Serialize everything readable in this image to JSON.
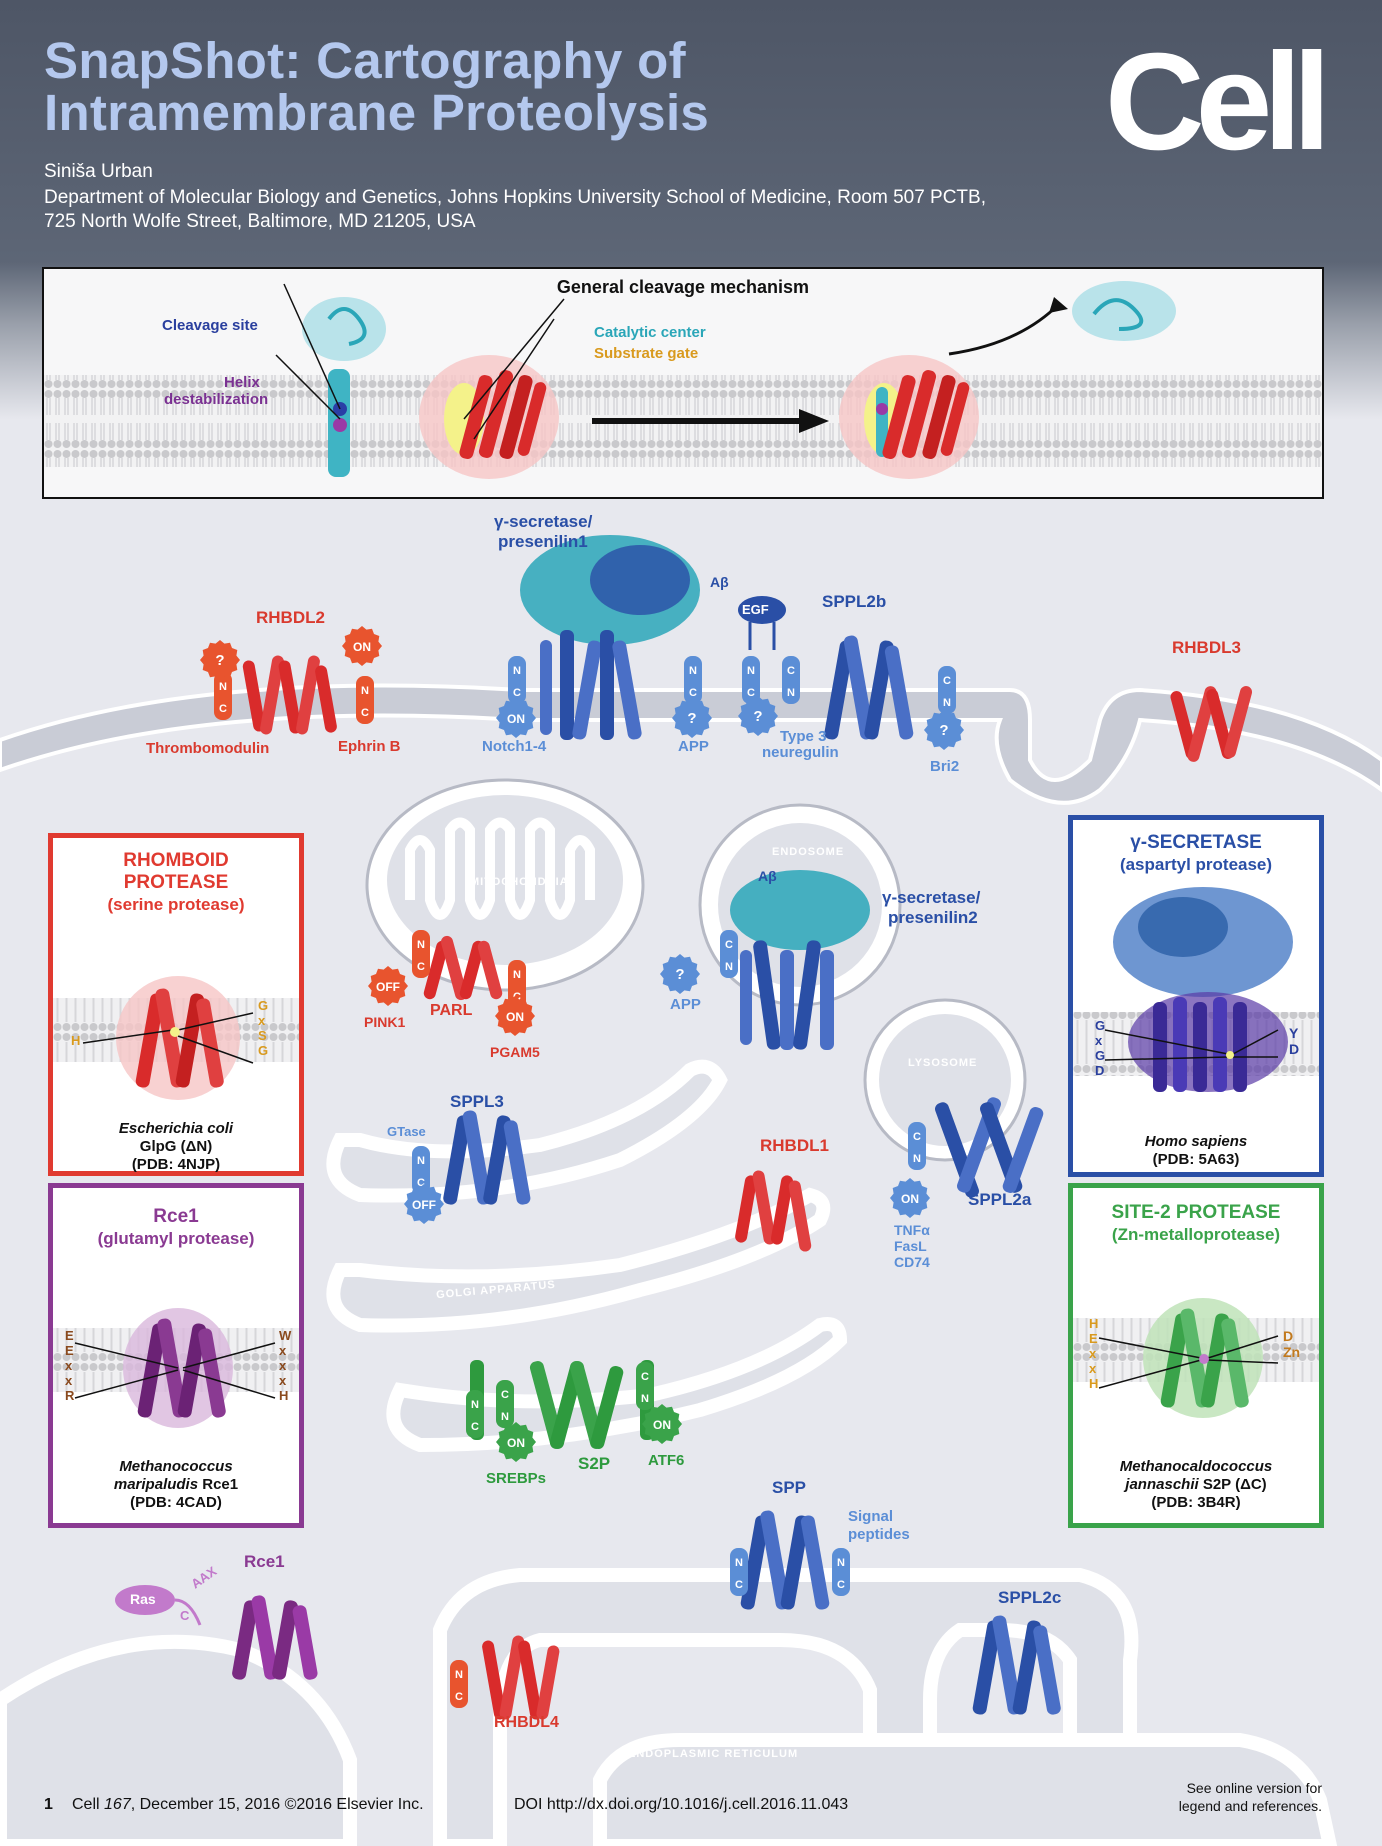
{
  "header": {
    "title_line1": "SnapShot: Cartography of",
    "title_line2": "Intramembrane Proteolysis",
    "author": "Siniša Urban",
    "affiliation_line1": "Department of Molecular Biology and Genetics, Johns Hopkins University School of Medicine, Room 507 PCTB,",
    "affiliation_line2": "725 North Wolfe Street, Baltimore, MD 21205, USA",
    "journal_logo": "Cell"
  },
  "mechanism": {
    "title": "General cleavage mechanism",
    "cleavage_site": "Cleavage site",
    "helix_line1": "Helix",
    "helix_line2": "destabilization",
    "catalytic_center": "Catalytic center",
    "substrate_gate": "Substrate gate"
  },
  "labels": {
    "rhbdl2": "RHBDL2",
    "thrombomodulin": "Thrombomodulin",
    "ephrin_b": "Ephrin B",
    "gamma_pm_line1": "γ-secretase/",
    "gamma_pm_line2": "presenilin1",
    "abeta": "Aβ",
    "notch": "Notch1-4",
    "app": "APP",
    "egf": "EGF",
    "type3_line1": "Type 3",
    "type3_line2": "neuregulin",
    "sppl2b": "SPPL2b",
    "bri2": "Bri2",
    "rhbdl3": "RHBDL3",
    "mitochondria": "MITOCHONDRIA",
    "parl": "PARL",
    "pink1": "PINK1",
    "pgam5": "PGAM5",
    "endosome": "ENDOSOME",
    "gamma_endo_line1": "γ-secretase/",
    "gamma_endo_line2": "presenilin2",
    "app2": "APP",
    "abeta2": "Aβ",
    "lysosome": "LYSOSOME",
    "sppl2a": "SPPL2a",
    "tnfa": "TNFα",
    "fasl": "FasL",
    "cd74": "CD74",
    "sppl3": "SPPL3",
    "gtase": "GTase",
    "rhbdl1": "RHBDL1",
    "golgi": "GOLGI APPARATUS",
    "srebps": "SREBPs",
    "s2p": "S2P",
    "atf6": "ATF6",
    "spp": "SPP",
    "signal_line1": "Signal",
    "signal_line2": "peptides",
    "sppl2c": "SPPL2c",
    "rce1": "Rce1",
    "ras": "Ras",
    "aax": "AAX",
    "c": "C",
    "rhbdl4": "RHBDL4",
    "er": "ENDOPLASMIC RETICULUM"
  },
  "badges": {
    "on": "ON",
    "off": "OFF",
    "q": "?",
    "n": "N",
    "c": "C"
  },
  "panels": {
    "rhomboid": {
      "title_line1": "RHOMBOID",
      "title_line2": "PROTEASE",
      "title_line3": "(serine protease)",
      "organism": "Escherichia coli",
      "protein": "GlpG (ΔN)",
      "pdb": "(PDB: 4NJP)",
      "residue_left": "H",
      "motif_right": [
        "G",
        "x",
        "S",
        "G"
      ],
      "color": "#e03a30"
    },
    "rce1": {
      "title_line1": "Rce1",
      "title_line2": "(glutamyl protease)",
      "organism_line1": "Methanococcus",
      "organism_line2": "maripaludis",
      "protein": "Rce1",
      "pdb": "(PDB: 4CAD)",
      "motif_left": [
        "E",
        "E",
        "x",
        "x",
        "R"
      ],
      "motif_right": [
        "W",
        "x",
        "x",
        "x",
        "H"
      ],
      "color": "#8a3a92"
    },
    "gamma": {
      "title_line1": "γ-SECRETASE",
      "title_line2": "(aspartyl protease)",
      "organism": "Homo sapiens",
      "pdb": "(PDB: 5A63)",
      "motif_left": [
        "G",
        "x",
        "G",
        "D"
      ],
      "residues_right": [
        "Y",
        "D"
      ],
      "color": "#2a4fa6"
    },
    "s2p": {
      "title_line1": "SITE-2 PROTEASE",
      "title_line2": "(Zn-metalloprotease)",
      "organism_line1": "Methanocaldococcus",
      "organism_line2": "jannaschii",
      "protein": "S2P (ΔC)",
      "pdb": "(PDB: 3B4R)",
      "motif_left": [
        "H",
        "E",
        "x",
        "x",
        "H"
      ],
      "residues_right": [
        "D",
        "Zn"
      ],
      "color": "#3aa34a"
    }
  },
  "footer": {
    "page": "1",
    "citation_prefix": "Cell ",
    "volume": "167",
    "citation_suffix": ", December 15, 2016 ©2016 Elsevier Inc.",
    "doi": "DOI http://dx.doi.org/10.1016/j.cell.2016.11.043",
    "see_line1": "See online version for",
    "see_line2": "legend and references."
  },
  "colors": {
    "header_bg": "#56606f",
    "title_blue": "#b4c8ee",
    "rhomboid_red": "#e03a30",
    "gamma_blue": "#2a4fa6",
    "label_blue": "#5b8ed6",
    "teal": "#2aa6b8",
    "s2p_green": "#3aa34a",
    "rce1_purple": "#8a3a92",
    "badge_orange": "#e8542e"
  }
}
